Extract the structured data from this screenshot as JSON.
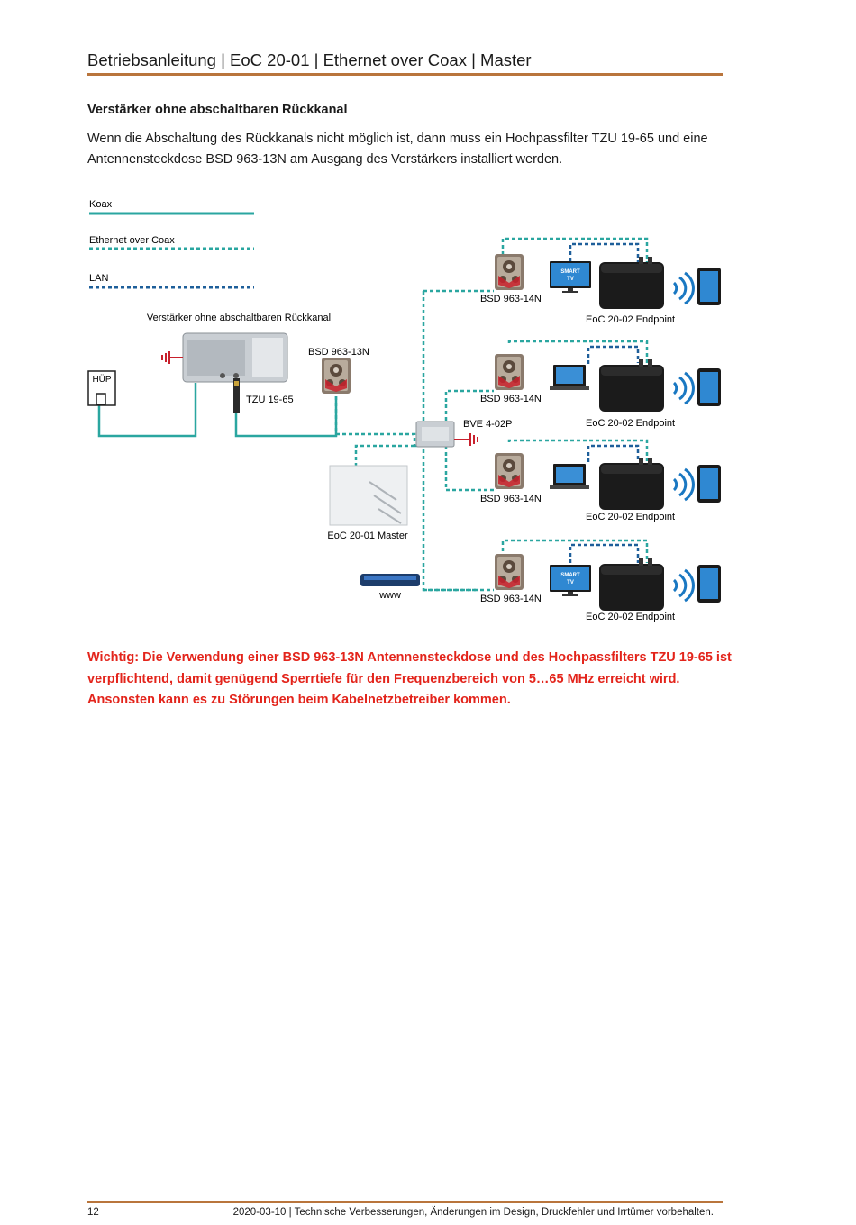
{
  "header": {
    "title": "Betriebsanleitung | EoC 20-01 | Ethernet over Coax | Master"
  },
  "section": {
    "heading": "Verstärker ohne abschaltbaren Rückkanal",
    "intro": "Wenn die Abschaltung des Rückkanals nicht möglich ist, dann muss ein Hochpassfilter TZU 19-65 und eine Antennensteckdose BSD 963-13N am Ausgang des Verstärkers installiert werden."
  },
  "diagram": {
    "legend": {
      "coax": "Koax",
      "eoc": "Ethernet over Coax",
      "lan": "LAN"
    },
    "amplifier_label": "Verstärker ohne abschaltbaren Rückkanal",
    "hup_label": "HÜP",
    "filter_label": "TZU 19-65",
    "socket_main_label": "BSD 963-13N",
    "splitter_label": "BVE 4-02P",
    "master_label": "EoC 20-01 Master",
    "router_label": "www",
    "smart_tv_label_1": "SMART",
    "smart_tv_label_2": "TV",
    "branches": [
      {
        "socket_label": "BSD 963-14N",
        "endpoint_label": "EoC 20-02 Endpoint",
        "device": "smart-tv"
      },
      {
        "socket_label": "BSD 963-14N",
        "endpoint_label": "EoC 20-02 Endpoint",
        "device": "laptop"
      },
      {
        "socket_label": "BSD 963-14N",
        "endpoint_label": "EoC 20-02 Endpoint",
        "device": "laptop"
      },
      {
        "socket_label": "BSD 963-14N",
        "endpoint_label": "EoC 20-02 Endpoint",
        "device": "smart-tv"
      }
    ],
    "colors": {
      "coax": "#2aa6a0",
      "eoc": "#2aa6a0",
      "lan": "#1e5f9a"
    }
  },
  "warning": "Wichtig: Die Verwendung einer BSD 963-13N Antennensteckdose und des Hochpassfilters TZU 19-65 ist verpflichtend, damit genügend Sperrtiefe für den Frequenzbereich von 5…65 MHz erreicht wird. Ansonsten kann es zu Störungen beim Kabelnetzbetreiber kommen.",
  "footer": {
    "page_number": "12",
    "note": "2020-03-10 | Technische Verbesserungen, Änderungen im Design, Druckfehler und Irrtümer vorbehalten."
  }
}
